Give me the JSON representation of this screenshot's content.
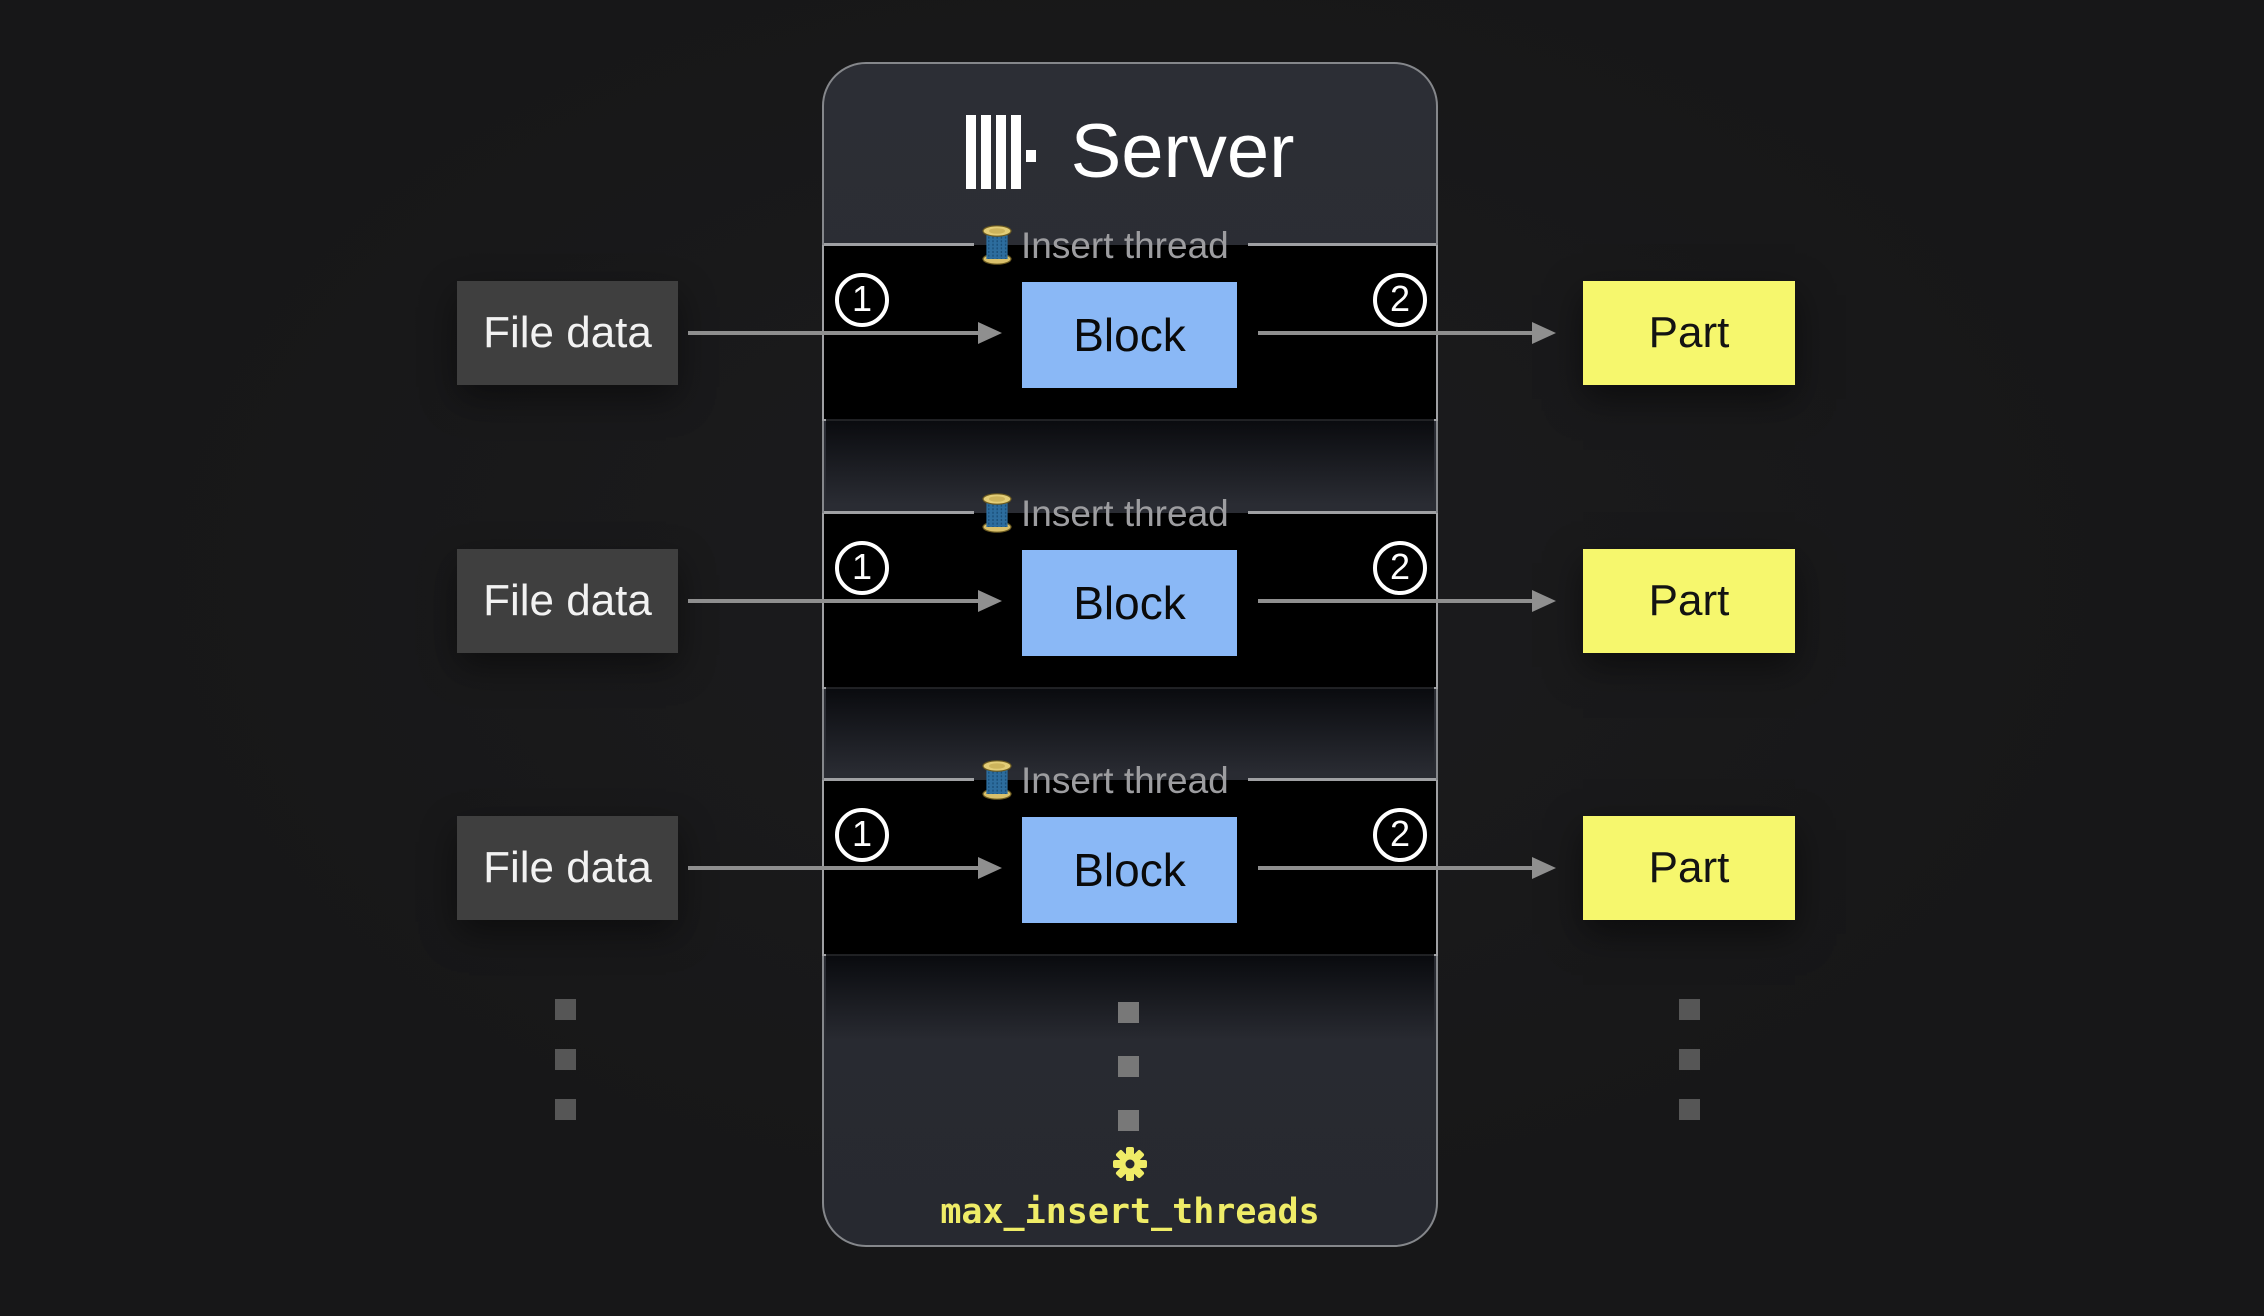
{
  "diagram": {
    "server": {
      "title": "Server",
      "logo": "clickhouse-logo",
      "threads": [
        {
          "label": "Insert thread",
          "step_in": "1",
          "block": "Block",
          "step_out": "2"
        },
        {
          "label": "Insert thread",
          "step_in": "1",
          "block": "Block",
          "step_out": "2"
        },
        {
          "label": "Insert thread",
          "step_in": "1",
          "block": "Block",
          "step_out": "2"
        }
      ],
      "setting": {
        "icon": "gear-icon",
        "label": "max_insert_threads"
      },
      "continuation_dots": 3
    },
    "inputs": [
      {
        "label": "File data"
      },
      {
        "label": "File data"
      },
      {
        "label": "File data"
      }
    ],
    "outputs": [
      {
        "label": "Part"
      },
      {
        "label": "Part"
      },
      {
        "label": "Part"
      }
    ]
  },
  "colors": {
    "page_bg": "#171718",
    "panel_bg_top": "#2c2e35",
    "panel_bg_bottom": "#272930",
    "panel_border": "#85878b",
    "row_bg": "#000000",
    "row_border": "#9fa0a3",
    "block_fill": "#8ab8f6",
    "part_fill": "#f6f76d",
    "file_fill": "#3f3f3f",
    "arrow": "#8f8f8f",
    "label_text": "#9d9da0",
    "accent_yellow": "#efec67"
  }
}
